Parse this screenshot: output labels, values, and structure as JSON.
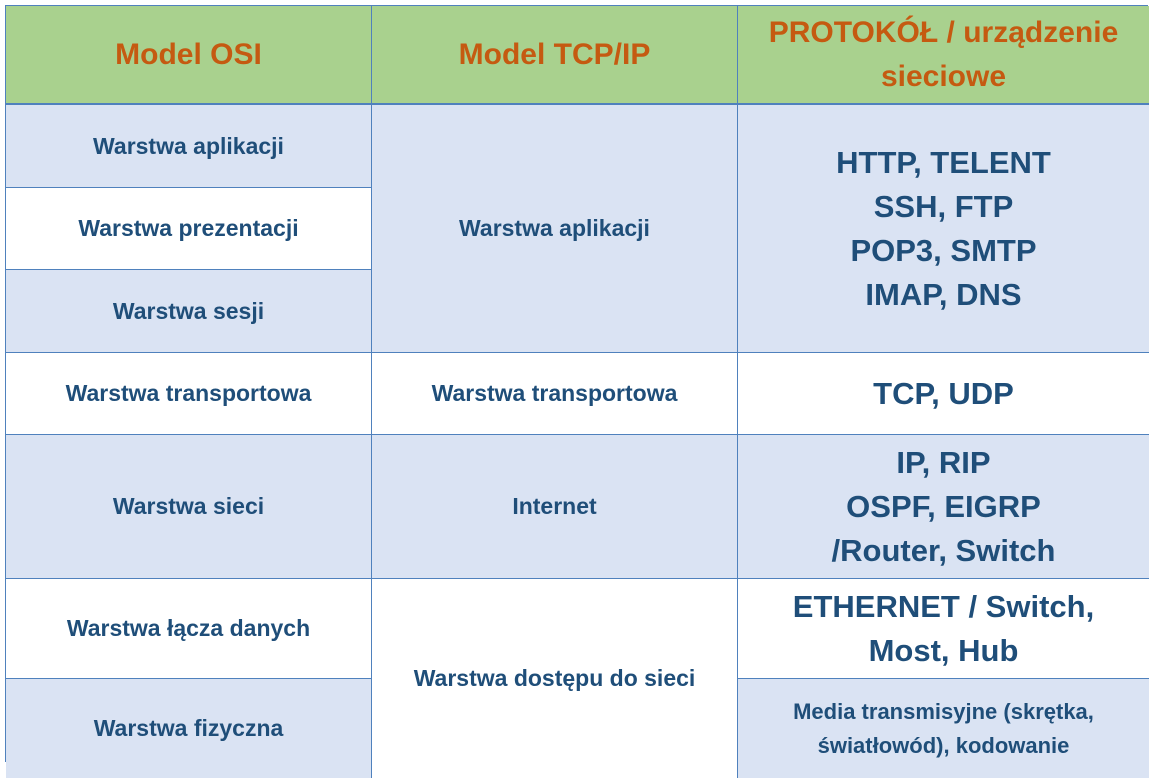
{
  "headers": {
    "osi": "Model OSI",
    "tcpip": "Model TCP/IP",
    "protocol": "PROTOKÓŁ / urządzenie sieciowe"
  },
  "osi_layers": {
    "application": "Warstwa aplikacji",
    "presentation": "Warstwa prezentacji",
    "session": "Warstwa sesji",
    "transport": "Warstwa transportowa",
    "network": "Warstwa sieci",
    "datalink": "Warstwa łącza danych",
    "physical": "Warstwa fizyczna"
  },
  "tcpip_layers": {
    "application": "Warstwa aplikacji",
    "transport": "Warstwa transportowa",
    "internet": "Internet",
    "network_access": "Warstwa dostępu do sieci"
  },
  "protocols": {
    "application": [
      "HTTP, TELENT",
      "SSH, FTP",
      "POP3, SMTP",
      "IMAP, DNS"
    ],
    "transport": [
      "TCP, UDP"
    ],
    "internet": [
      "IP, RIP",
      "OSPF, EIGRP",
      "/Router, Switch"
    ],
    "datalink": [
      "ETHERNET / Switch,",
      "Most, Hub"
    ],
    "physical": [
      "Media transmisyjne (skrętka,",
      "światłowód), kodowanie"
    ]
  }
}
